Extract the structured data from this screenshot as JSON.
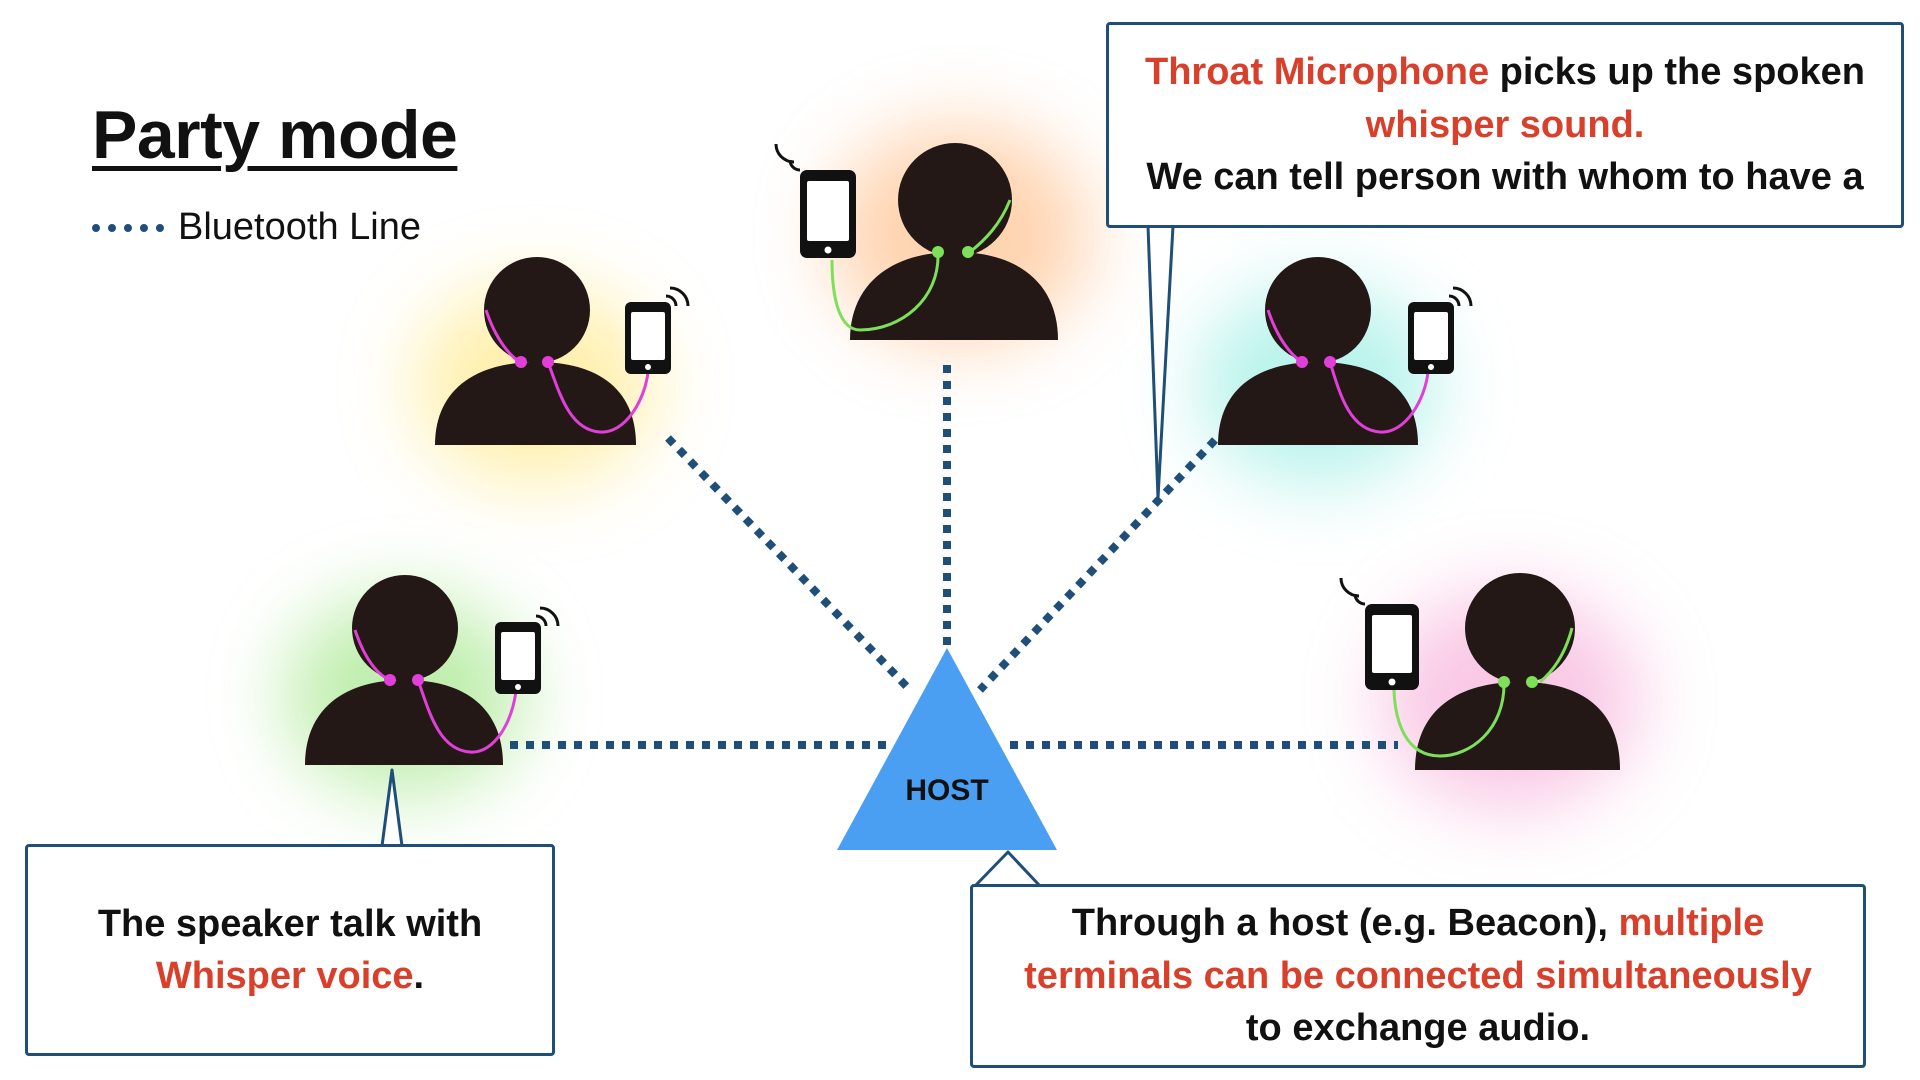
{
  "title": "Party mode",
  "legend": {
    "label": "Bluetooth Line",
    "color": "#1f4e79"
  },
  "host": {
    "label": "HOST",
    "color": "#4a9ff2"
  },
  "callouts": {
    "top": {
      "line1_red": "Throat Microphone",
      "line1_rest": " picks up the spoken",
      "line2_red": "whisper sound.",
      "line3": "We can tell person with whom to have a"
    },
    "left": {
      "line1": "The speaker talk with",
      "line2_red": "Whisper voice",
      "line2_rest": "."
    },
    "right": {
      "line1_plain": "Through a host (e.g. Beacon), ",
      "line1_red": "multiple",
      "line2_red": "terminals can be connected simultaneously",
      "line3": "to exchange audio."
    }
  },
  "colors": {
    "text_red": "#d9402b",
    "callout_border": "#1f4e79",
    "person": "#231815",
    "cable_magenta": "#e03fd8",
    "cable_green": "#7ee05a"
  },
  "people": [
    {
      "id": "yellow",
      "glow": "#ffe36b",
      "cable": "magenta",
      "phone_side": "right"
    },
    {
      "id": "orange",
      "glow": "#ffb070",
      "cable": "green",
      "phone_side": "left"
    },
    {
      "id": "cyan",
      "glow": "#7fe9dc",
      "cable": "magenta",
      "phone_side": "right"
    },
    {
      "id": "green",
      "glow": "#8be06a",
      "cable": "magenta",
      "phone_side": "right"
    },
    {
      "id": "pink",
      "glow": "#f59bd0",
      "cable": "green",
      "phone_side": "left"
    }
  ]
}
